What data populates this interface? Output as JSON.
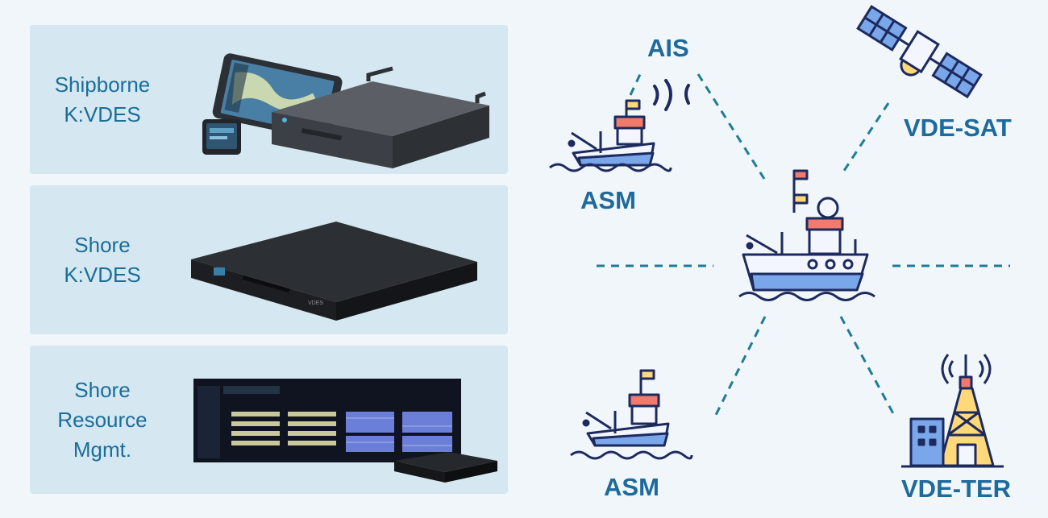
{
  "panels": [
    {
      "line1": "Shipborne",
      "line2": "K:VDES",
      "line3": ""
    },
    {
      "line1": "Shore",
      "line2": "K:VDES",
      "line3": ""
    },
    {
      "line1": "Shore",
      "line2": "Resource",
      "line3": "Mgmt."
    }
  ],
  "diagram": {
    "ais": "AIS",
    "asm_top": "ASM",
    "asm_bottom": "ASM",
    "vde_sat": "VDE-SAT",
    "vde_ter": "VDE-TER"
  },
  "colors": {
    "accent": "#1e6a9c",
    "panel_bg": "#d5e7f0",
    "page_bg": "#f0f6fa",
    "line": "#1f7c94",
    "ship_hull": "#7aa6ea",
    "ship_body": "#f4f6ff",
    "stripe": "#f07a6b",
    "flag": "#ffd87a",
    "outline": "#1d2a5e"
  }
}
